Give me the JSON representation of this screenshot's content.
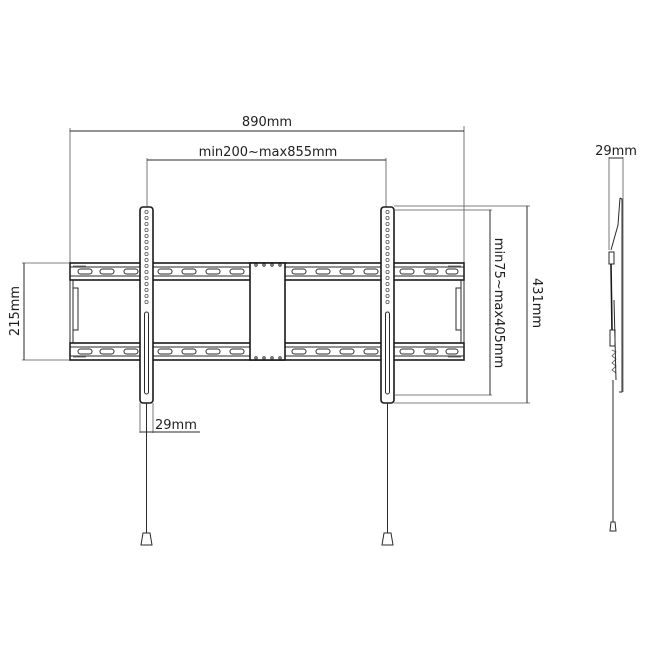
{
  "diagram": {
    "title": "TV wall mount bracket dimension drawing",
    "views": [
      "front-view",
      "side-view"
    ],
    "colors": {
      "line": "#2a2a2a",
      "background": "#ffffff",
      "text": "#1e1e1e"
    },
    "dimensions": {
      "overall_width": "890mm",
      "vesa_horizontal_range": "min200~max855mm",
      "frame_height": "215mm",
      "vesa_vertical_range": "min75~max405mm",
      "arm_height": "431mm",
      "arm_width": "29mm",
      "profile_depth": "29mm"
    }
  }
}
